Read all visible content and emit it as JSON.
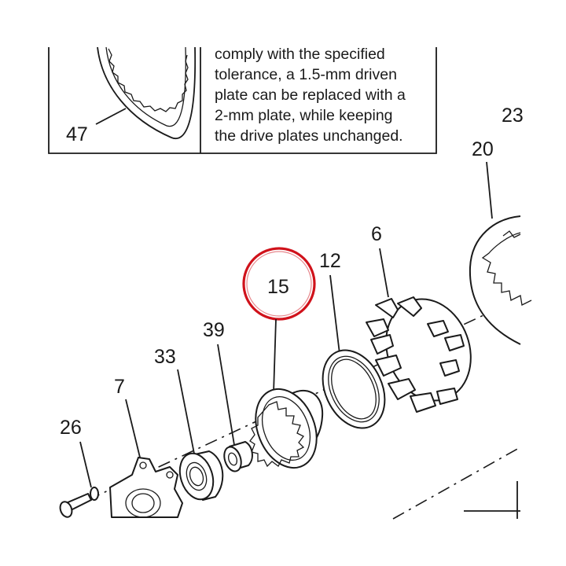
{
  "note": {
    "lines": [
      "comply with the specified",
      "tolerance, a 1.5-mm driven",
      "plate can be replaced with a",
      "2-mm plate, while keeping",
      "the drive plates unchanged."
    ]
  },
  "callouts": {
    "c47": "47",
    "c23": "23",
    "c20": "20",
    "c6": "6",
    "c12": "12",
    "c15": "15",
    "c39": "39",
    "c33": "33",
    "c7": "7",
    "c26": "26"
  },
  "colors": {
    "highlight": "#d0121b",
    "ink": "#1a1a1a"
  },
  "parts": [
    "clutch-plate-47",
    "clutch-plate-20",
    "pressure-plate-6",
    "thrust-bearing-12",
    "bush-15",
    "bearing-39",
    "bearing-33",
    "pressure-flange-7",
    "screw-26"
  ]
}
